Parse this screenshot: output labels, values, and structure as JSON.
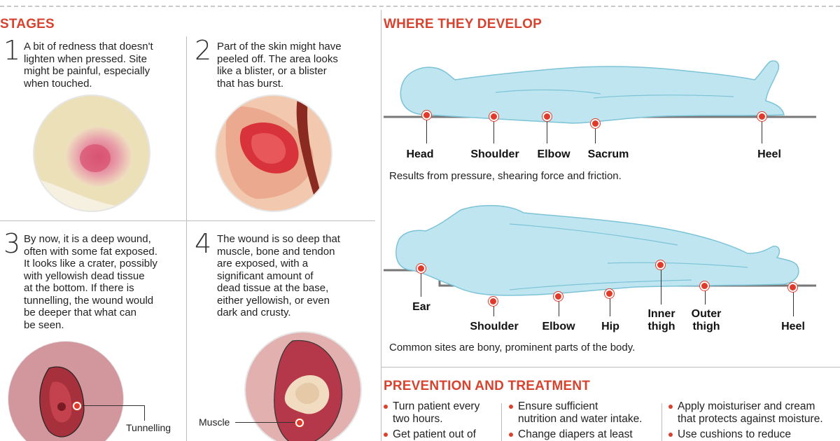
{
  "stages": {
    "heading": "STAGES",
    "items": [
      {
        "number": "1",
        "text": "A bit of redness that doesn't\nlighten when pressed. Site\nmight be painful, especially\nwhen touched."
      },
      {
        "number": "2",
        "text": "Part of the skin might have\npeeled off. The area looks\nlike a blister, or a blister\nthat has burst."
      },
      {
        "number": "3",
        "text": "By now, it is a deep wound,\noften with some fat exposed.\nIt looks like a crater, possibly\nwith yellowish dead tissue\nat the bottom. If there is\ntunnelling, the wound would\nbe deeper that what can\nbe seen."
      },
      {
        "number": "4",
        "text": "The wound is so deep that\nmuscle, bone and tendon\nare exposed, with a\nsignificant amount of\ndead tissue at the base,\neither yellowish, or even\ndark and crusty."
      }
    ],
    "annotations": {
      "tunnelling": "Tunnelling",
      "muscle": "Muscle"
    }
  },
  "where": {
    "heading": "WHERE THEY DEVELOP",
    "supine_labels": {
      "head": "Head",
      "shoulder": "Shoulder",
      "elbow": "Elbow",
      "sacrum": "Sacrum",
      "heel": "Heel"
    },
    "supine_caption": "Results from pressure, shearing force and friction.",
    "side_labels": {
      "ear": "Ear",
      "shoulder": "Shoulder",
      "elbow": "Elbow",
      "hip": "Hip",
      "inner_thigh": "Inner\nthigh",
      "outer_thigh": "Outer\nthigh",
      "heel": "Heel"
    },
    "side_caption": "Common sites are bony, prominent parts of the body."
  },
  "prevention": {
    "heading": "PREVENTION AND TREATMENT",
    "col1": [
      "Turn patient every\ntwo hours.",
      "Get patient out of"
    ],
    "col2": [
      "Ensure sufficient\nnutrition and water intake.",
      "Change diapers at least"
    ],
    "col3": [
      "Apply moisturiser and cream\nthat protects against moisture.",
      "Use cushions to reduce"
    ]
  },
  "colors": {
    "accent": "#d8432f",
    "body_fill": "#bfe6f0",
    "body_stroke": "#7cc3d8"
  }
}
